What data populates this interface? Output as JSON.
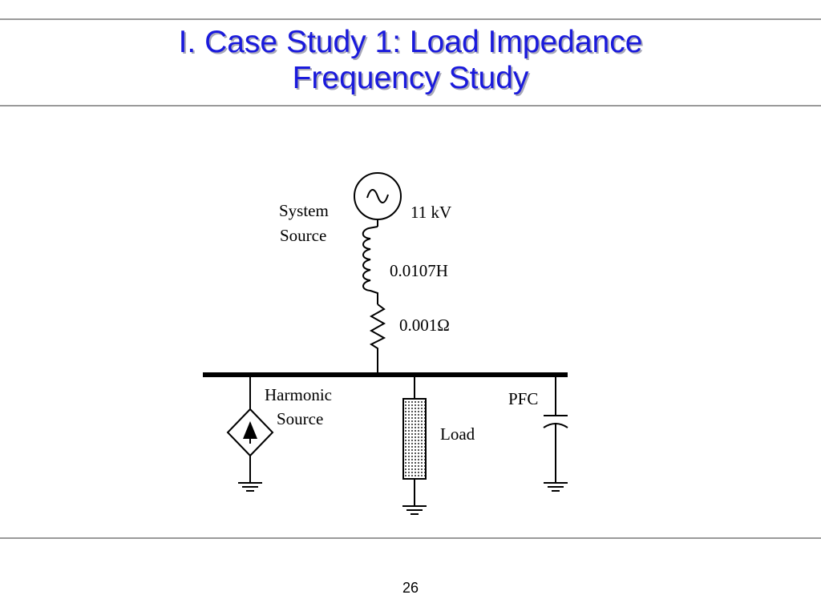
{
  "title": {
    "line1": "I.  Case Study 1: Load Impedance",
    "line2": "Frequency Study"
  },
  "diagram": {
    "source_label_1": "System",
    "source_label_2": "Source",
    "voltage": "11 kV",
    "inductance": "0.0107H",
    "resistance": "0.001Ω",
    "harmonic_label_1": "Harmonic",
    "harmonic_label_2": "Source",
    "load_label": "Load",
    "pfc_label": "PFC"
  },
  "page_number": "26"
}
